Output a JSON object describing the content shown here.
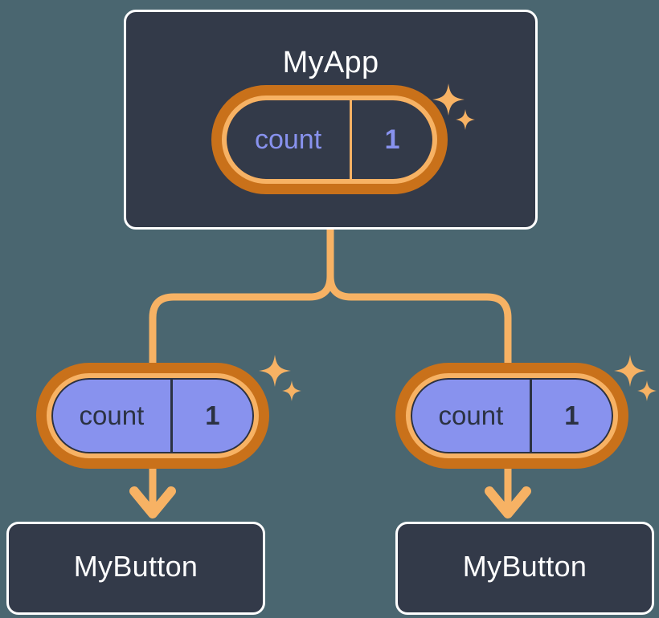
{
  "diagram": {
    "title_concept": "state propagation tree",
    "colors": {
      "background": "#4a6670",
      "component_fill": "#333a49",
      "component_border": "#ffffff",
      "pill_ring_outer": "#c9711a",
      "pill_ring_inner": "#f7b264",
      "pill_fill_purple": "#8892ee",
      "state_text_purple": "#8892ee",
      "state_text_dark": "#2b3242",
      "connector": "#f7b264",
      "sparkle": "#f7b264"
    }
  },
  "root": {
    "label": "MyApp",
    "state": {
      "key": "count",
      "value": "1"
    },
    "sparkle": "sparkle-icon"
  },
  "children": [
    {
      "state": {
        "key": "count",
        "value": "1"
      },
      "sparkle": "sparkle-icon",
      "label": "MyButton"
    },
    {
      "state": {
        "key": "count",
        "value": "1"
      },
      "sparkle": "sparkle-icon",
      "label": "MyButton"
    }
  ],
  "connectors": {
    "trunk": "vertical-line-from-myapp",
    "branch_left": "elbow-to-left-child",
    "branch_right": "elbow-to-right-child",
    "arrow_left": "arrow-down-to-mybutton-left",
    "arrow_right": "arrow-down-to-mybutton-right"
  }
}
